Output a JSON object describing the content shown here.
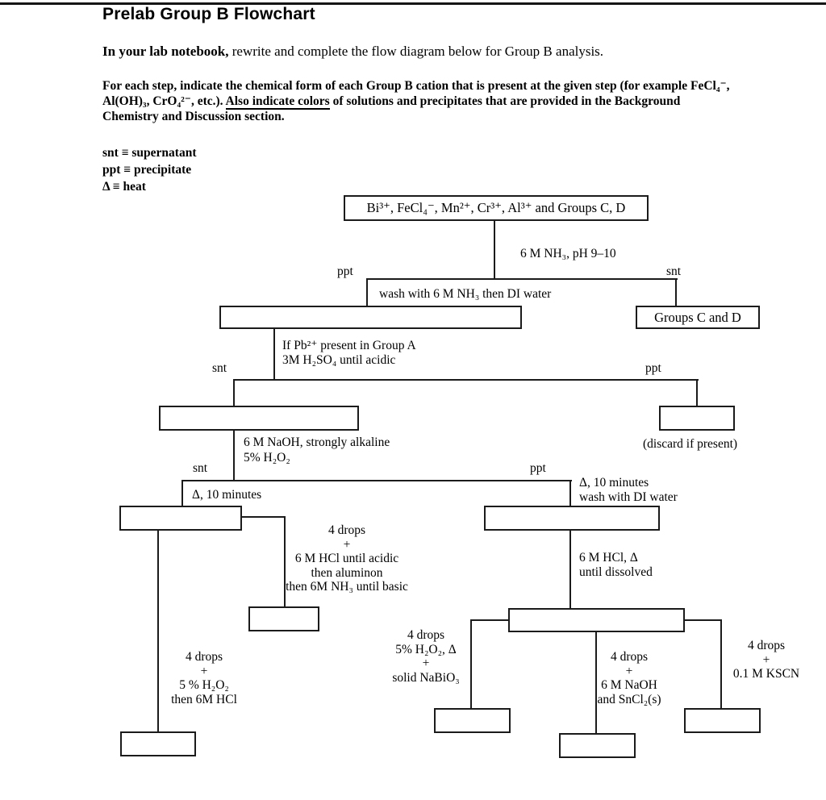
{
  "document": {
    "title": "Prelab Group B Flowchart",
    "intro": {
      "bold": "In your lab notebook,",
      "rest": " rewrite and complete the flow diagram below for Group B analysis."
    },
    "instructions": {
      "line1": "For each step, indicate the chemical form of each Group B cation that is present at the given step (for example FeCl₄⁻,",
      "line2_pre": "Al(OH)₃, CrO₄²⁻, etc.). ",
      "line2_underlined": "Also indicate colors",
      "line2_post": " of solutions and precipitates that are provided in the Background",
      "line3": "Chemistry and Discussion section."
    },
    "legend": {
      "snt": "snt ≡ supernatant",
      "ppt": "ppt ≡ precipitate",
      "heat": "Δ ≡ heat"
    }
  },
  "flowchart": {
    "start_box": "Bi³⁺, FeCl₄⁻, Mn²⁺, Cr³⁺, Al³⁺ and Groups C, D",
    "nh3_step": {
      "reagent": "6 M NH₃, pH 9–10",
      "left_label": "ppt",
      "right_label": "snt",
      "wash_note": "wash with 6 M NH₃ then DI water",
      "right_box": "Groups C and D"
    },
    "h2so4_step": {
      "condition_line1": "If Pb²⁺ present in Group A",
      "condition_line2": "3M H₂SO₄ until acidic",
      "left_label": "snt",
      "right_label": "ppt",
      "discard_note": "(discard if present)"
    },
    "naoh_step": {
      "reagent_line1": "6 M NaOH, strongly alkaline",
      "reagent_line2": "5% H₂O₂",
      "left_label": "snt",
      "right_label": "ppt",
      "left_note": "Δ, 10 minutes",
      "right_note_line1": "Δ, 10 minutes",
      "right_note_line2": "wash with DI water"
    },
    "aluminon_test": {
      "lines": [
        "4 drops",
        "+",
        "6 M HCl until acidic",
        "then aluminon",
        "then 6M NH₃ until basic"
      ]
    },
    "h2o2_hcl_test": {
      "lines": [
        "4 drops",
        "+",
        "5 % H₂O₂",
        "then 6M HCl"
      ]
    },
    "hcl_dissolve_step": {
      "line1": "6 M HCl, Δ",
      "line2": "until dissolved"
    },
    "nabio3_test": {
      "lines": [
        "4 drops",
        "5% H₂O₂, Δ",
        "+",
        "solid NaBiO₃"
      ]
    },
    "sncl2_test": {
      "lines": [
        "4 drops",
        "+",
        "6 M NaOH",
        "and SnCl₂(s)"
      ]
    },
    "kscn_test": {
      "lines": [
        "4 drops",
        "+",
        "0.1 M KSCN"
      ]
    }
  }
}
